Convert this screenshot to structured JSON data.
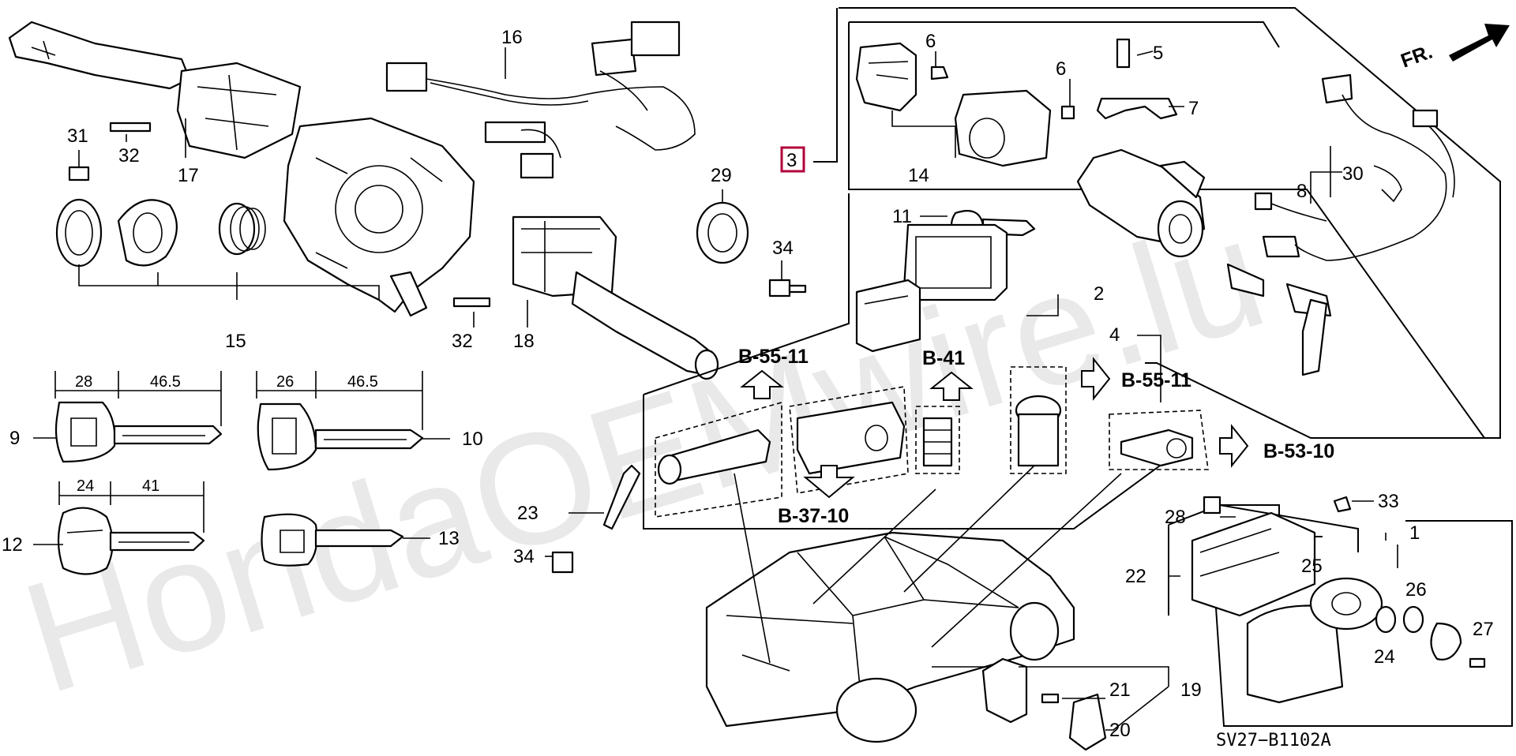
{
  "watermark": "HondaOEMwire.lu",
  "diagram_code": "SV27−B1102A",
  "direction_label": "FR.",
  "highlight_color": "#b0003a",
  "highlighted_part": "3",
  "labels": {
    "p1": "1",
    "p2": "2",
    "p4": "4",
    "p5": "5",
    "p6a": "6",
    "p6b": "6",
    "p7": "7",
    "p8": "8",
    "p9": "9",
    "p10": "10",
    "p11": "11",
    "p12": "12",
    "p13": "13",
    "p14": "14",
    "p15": "15",
    "p16": "16",
    "p17": "17",
    "p18": "18",
    "p19": "19",
    "p20": "20",
    "p21": "21",
    "p22": "22",
    "p23": "23",
    "p24": "24",
    "p25": "25",
    "p26": "26",
    "p27": "27",
    "p28": "28",
    "p29": "29",
    "p30": "30",
    "p31": "31",
    "p32a": "32",
    "p32b": "32",
    "p33": "33",
    "p34a": "34",
    "p34b": "34"
  },
  "dimensions": {
    "key9_head": "28",
    "key9_blade": "46.5",
    "key10_head": "26",
    "key10_blade": "46.5",
    "key12_head": "24",
    "key12_blade": "41"
  },
  "refs": {
    "r1": "B-55-11",
    "r2": "B-41",
    "r3": "B-55-11",
    "r4": "B-53-10",
    "r5": "B-37-10"
  }
}
